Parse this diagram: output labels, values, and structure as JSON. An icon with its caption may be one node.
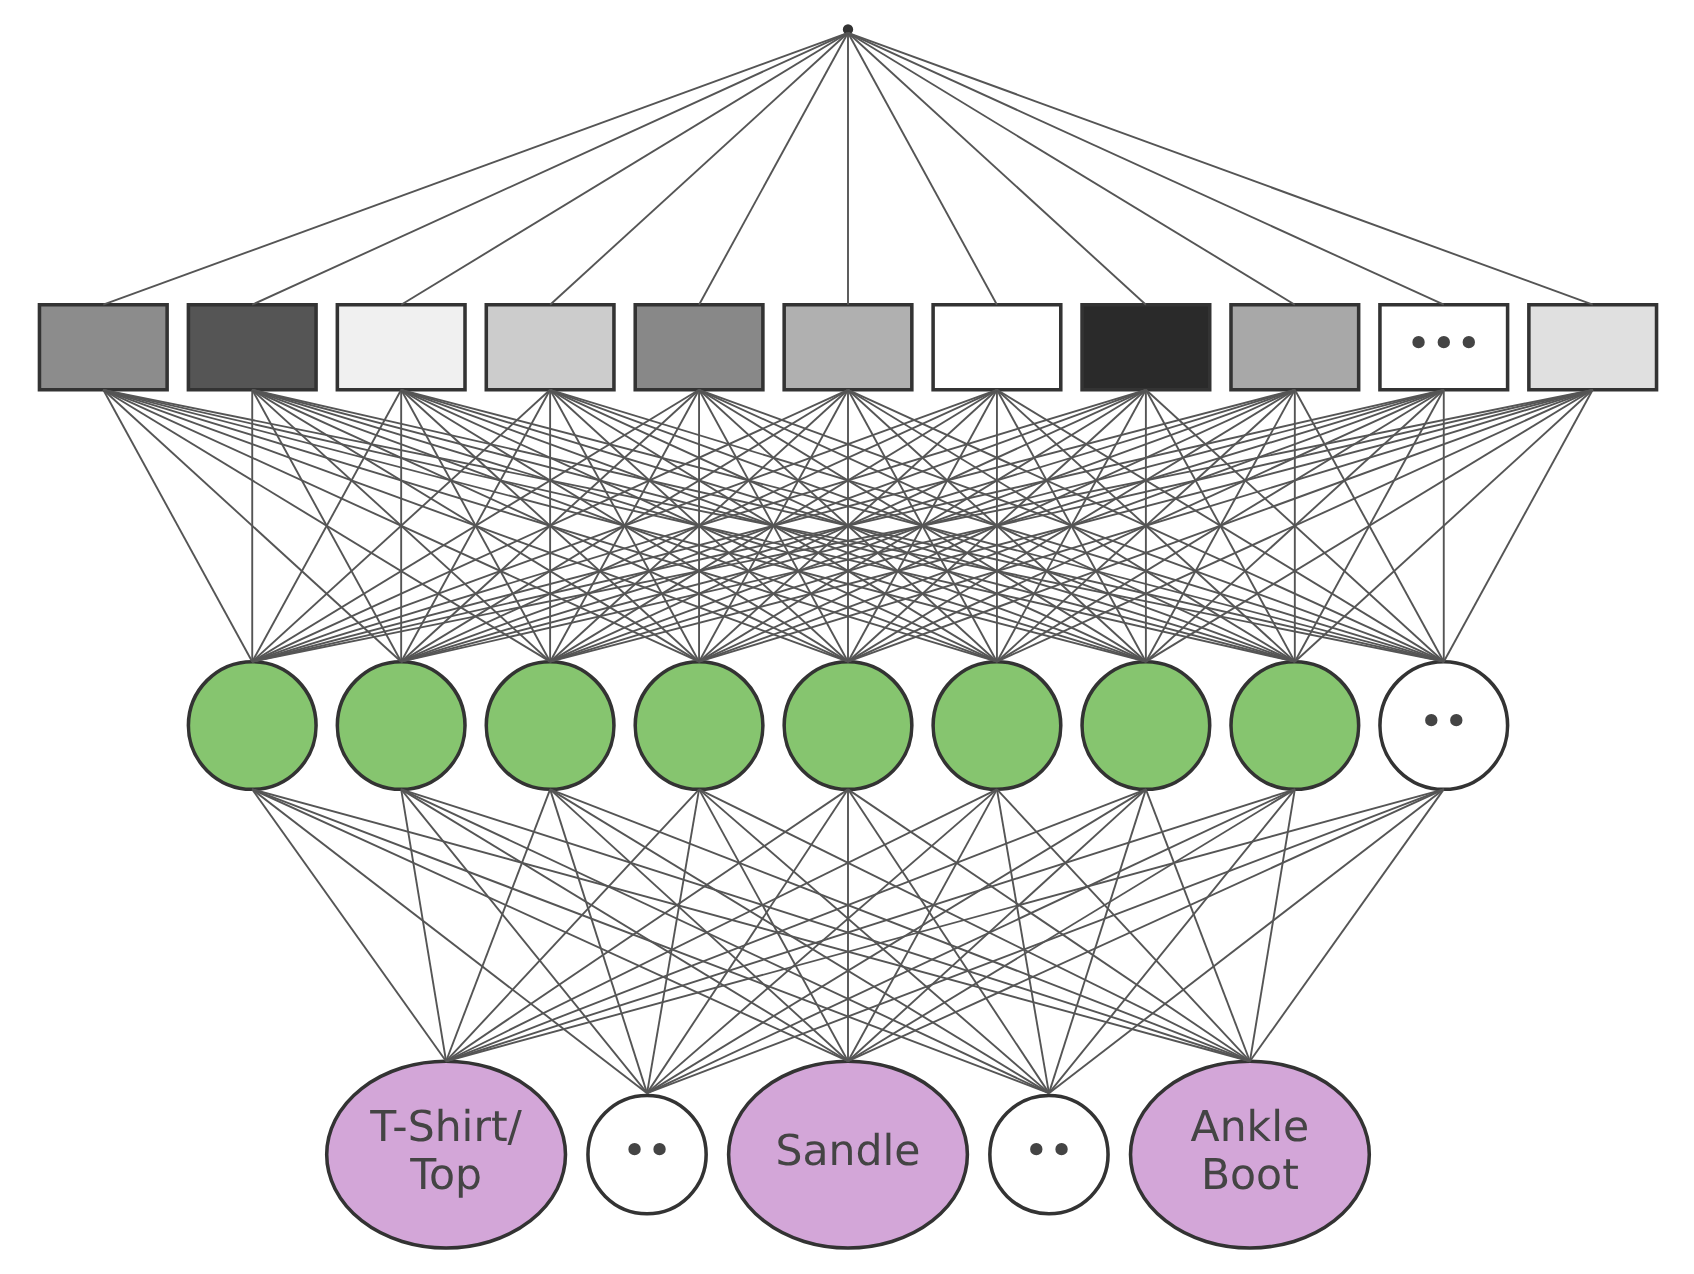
{
  "diagram": {
    "nodes": [
      {
        "text": [],
        "shape": "point"
      },
      {
        "text": [],
        "shape": "box"
      },
      {
        "text": [],
        "shape": "box"
      },
      {
        "text": [],
        "shape": "box"
      },
      {
        "text": [],
        "shape": "box"
      },
      {
        "text": [],
        "shape": "box"
      },
      {
        "text": [],
        "shape": "box"
      },
      {
        "text": [],
        "shape": "box"
      },
      {
        "text": [],
        "shape": "box"
      },
      {
        "text": [],
        "shape": "box"
      },
      {
        "text": [
          "•••"
        ]
      },
      {
        "text": [],
        "shape": "box"
      },
      {
        "text": [],
        "shape": "circle"
      },
      {
        "text": [],
        "shape": "circle"
      },
      {
        "text": [],
        "shape": "circle"
      },
      {
        "text": [],
        "shape": "circle"
      },
      {
        "text": [],
        "shape": "circle"
      },
      {
        "text": [],
        "shape": "circle"
      },
      {
        "text": [],
        "shape": "circle"
      },
      {
        "text": [],
        "shape": "circle"
      },
      {
        "text": [
          "••"
        ]
      },
      {
        "text": [
          "T-Shirt/ Top"
        ]
      },
      {
        "text": [
          "••"
        ]
      },
      {
        "text": [
          "Sandle"
        ]
      },
      {
        "text": [
          "••"
        ]
      },
      {
        "text": [
          "Ankle Boot"
        ]
      }
    ],
    "edges": [
      {
        "from": 0,
        "to": 1,
        "arrow": "none"
      },
      {
        "from": 0,
        "to": 2,
        "arrow": "none"
      },
      {
        "from": 0,
        "to": 3,
        "arrow": "none"
      },
      {
        "from": 0,
        "to": 4,
        "arrow": "none"
      },
      {
        "from": 0,
        "to": 5,
        "arrow": "none"
      },
      {
        "from": 0,
        "to": 6,
        "arrow": "none"
      },
      {
        "from": 0,
        "to": 7,
        "arrow": "none"
      },
      {
        "from": 0,
        "to": 8,
        "arrow": "none"
      },
      {
        "from": 0,
        "to": 9,
        "arrow": "none"
      },
      {
        "from": 0,
        "to": 10,
        "arrow": "none"
      },
      {
        "from": 0,
        "to": 11,
        "arrow": "none"
      },
      {
        "from": 1,
        "to": 12,
        "arrow": "none"
      },
      {
        "from": 1,
        "to": 13,
        "arrow": "none"
      },
      {
        "from": 1,
        "to": 14,
        "arrow": "none"
      },
      {
        "from": 1,
        "to": 15,
        "arrow": "none"
      },
      {
        "from": 1,
        "to": 16,
        "arrow": "none"
      },
      {
        "from": 1,
        "to": 17,
        "arrow": "none"
      },
      {
        "from": 1,
        "to": 18,
        "arrow": "none"
      },
      {
        "from": 1,
        "to": 19,
        "arrow": "none"
      },
      {
        "from": 1,
        "to": 20,
        "arrow": "none"
      },
      {
        "from": 2,
        "to": 12,
        "arrow": "none"
      },
      {
        "from": 2,
        "to": 13,
        "arrow": "none"
      },
      {
        "from": 2,
        "to": 14,
        "arrow": "none"
      },
      {
        "from": 2,
        "to": 15,
        "arrow": "none"
      },
      {
        "from": 2,
        "to": 16,
        "arrow": "none"
      },
      {
        "from": 2,
        "to": 17,
        "arrow": "none"
      },
      {
        "from": 2,
        "to": 18,
        "arrow": "none"
      },
      {
        "from": 2,
        "to": 19,
        "arrow": "none"
      },
      {
        "from": 2,
        "to": 20,
        "arrow": "none"
      },
      {
        "from": 3,
        "to": 12,
        "arrow": "none"
      },
      {
        "from": 3,
        "to": 13,
        "arrow": "none"
      },
      {
        "from": 3,
        "to": 14,
        "arrow": "none"
      },
      {
        "from": 3,
        "to": 15,
        "arrow": "none"
      },
      {
        "from": 3,
        "to": 16,
        "arrow": "none"
      },
      {
        "from": 3,
        "to": 17,
        "arrow": "none"
      },
      {
        "from": 3,
        "to": 18,
        "arrow": "none"
      },
      {
        "from": 3,
        "to": 19,
        "arrow": "none"
      },
      {
        "from": 3,
        "to": 20,
        "arrow": "none"
      },
      {
        "from": 4,
        "to": 12,
        "arrow": "none"
      },
      {
        "from": 4,
        "to": 13,
        "arrow": "none"
      },
      {
        "from": 4,
        "to": 14,
        "arrow": "none"
      },
      {
        "from": 4,
        "to": 15,
        "arrow": "none"
      },
      {
        "from": 4,
        "to": 16,
        "arrow": "none"
      },
      {
        "from": 4,
        "to": 17,
        "arrow": "none"
      },
      {
        "from": 4,
        "to": 18,
        "arrow": "none"
      },
      {
        "from": 4,
        "to": 19,
        "arrow": "none"
      },
      {
        "from": 4,
        "to": 20,
        "arrow": "none"
      },
      {
        "from": 5,
        "to": 12,
        "arrow": "none"
      },
      {
        "from": 5,
        "to": 13,
        "arrow": "none"
      },
      {
        "from": 5,
        "to": 14,
        "arrow": "none"
      },
      {
        "from": 5,
        "to": 15,
        "arrow": "none"
      },
      {
        "from": 5,
        "to": 16,
        "arrow": "none"
      },
      {
        "from": 5,
        "to": 17,
        "arrow": "none"
      },
      {
        "from": 5,
        "to": 18,
        "arrow": "none"
      },
      {
        "from": 5,
        "to": 19,
        "arrow": "none"
      },
      {
        "from": 5,
        "to": 20,
        "arrow": "none"
      },
      {
        "from": 6,
        "to": 12,
        "arrow": "none"
      },
      {
        "from": 6,
        "to": 13,
        "arrow": "none"
      },
      {
        "from": 6,
        "to": 14,
        "arrow": "none"
      },
      {
        "from": 6,
        "to": 15,
        "arrow": "none"
      },
      {
        "from": 6,
        "to": 16,
        "arrow": "none"
      },
      {
        "from": 6,
        "to": 17,
        "arrow": "none"
      },
      {
        "from": 6,
        "to": 18,
        "arrow": "none"
      },
      {
        "from": 6,
        "to": 19,
        "arrow": "none"
      },
      {
        "from": 6,
        "to": 20,
        "arrow": "none"
      },
      {
        "from": 7,
        "to": 12,
        "arrow": "none"
      },
      {
        "from": 7,
        "to": 13,
        "arrow": "none"
      },
      {
        "from": 7,
        "to": 14,
        "arrow": "none"
      },
      {
        "from": 7,
        "to": 15,
        "arrow": "none"
      },
      {
        "from": 7,
        "to": 16,
        "arrow": "none"
      },
      {
        "from": 7,
        "to": 17,
        "arrow": "none"
      },
      {
        "from": 7,
        "to": 18,
        "arrow": "none"
      },
      {
        "from": 7,
        "to": 19,
        "arrow": "none"
      },
      {
        "from": 7,
        "to": 20,
        "arrow": "none"
      },
      {
        "from": 8,
        "to": 12,
        "arrow": "none"
      },
      {
        "from": 8,
        "to": 13,
        "arrow": "none"
      },
      {
        "from": 8,
        "to": 14,
        "arrow": "none"
      },
      {
        "from": 8,
        "to": 15,
        "arrow": "none"
      },
      {
        "from": 8,
        "to": 16,
        "arrow": "none"
      },
      {
        "from": 8,
        "to": 17,
        "arrow": "none"
      },
      {
        "from": 8,
        "to": 18,
        "arrow": "none"
      },
      {
        "from": 8,
        "to": 19,
        "arrow": "none"
      },
      {
        "from": 8,
        "to": 20,
        "arrow": "none"
      },
      {
        "from": 9,
        "to": 12,
        "arrow": "none"
      },
      {
        "from": 9,
        "to": 13,
        "arrow": "none"
      },
      {
        "from": 9,
        "to": 14,
        "arrow": "none"
      },
      {
        "from": 9,
        "to": 15,
        "arrow": "none"
      },
      {
        "from": 9,
        "to": 16,
        "arrow": "none"
      },
      {
        "from": 9,
        "to": 17,
        "arrow": "none"
      },
      {
        "from": 9,
        "to": 18,
        "arrow": "none"
      },
      {
        "from": 9,
        "to": 19,
        "arrow": "none"
      },
      {
        "from": 9,
        "to": 20,
        "arrow": "none"
      },
      {
        "from": 10,
        "to": 12,
        "arrow": "none"
      },
      {
        "from": 10,
        "to": 13,
        "arrow": "none"
      },
      {
        "from": 10,
        "to": 14,
        "arrow": "none"
      },
      {
        "from": 10,
        "to": 15,
        "arrow": "none"
      },
      {
        "from": 10,
        "to": 16,
        "arrow": "none"
      },
      {
        "from": 10,
        "to": 17,
        "arrow": "none"
      },
      {
        "from": 10,
        "to": 18,
        "arrow": "none"
      },
      {
        "from": 10,
        "to": 19,
        "arrow": "none"
      },
      {
        "from": 10,
        "to": 20,
        "arrow": "none"
      },
      {
        "from": 11,
        "to": 12,
        "arrow": "none"
      },
      {
        "from": 11,
        "to": 13,
        "arrow": "none"
      },
      {
        "from": 11,
        "to": 14,
        "arrow": "none"
      },
      {
        "from": 11,
        "to": 15,
        "arrow": "none"
      },
      {
        "from": 11,
        "to": 16,
        "arrow": "none"
      },
      {
        "from": 11,
        "to": 17,
        "arrow": "none"
      },
      {
        "from": 11,
        "to": 18,
        "arrow": "none"
      },
      {
        "from": 11,
        "to": 19,
        "arrow": "none"
      },
      {
        "from": 11,
        "to": 20,
        "arrow": "none"
      },
      {
        "from": 12,
        "to": 21,
        "arrow": "none"
      },
      {
        "from": 12,
        "to": 22,
        "arrow": "none"
      },
      {
        "from": 12,
        "to": 23,
        "arrow": "none"
      },
      {
        "from": 12,
        "to": 24,
        "arrow": "none"
      },
      {
        "from": 12,
        "to": 25,
        "arrow": "none"
      },
      {
        "from": 13,
        "to": 21,
        "arrow": "none"
      },
      {
        "from": 13,
        "to": 22,
        "arrow": "none"
      },
      {
        "from": 13,
        "to": 23,
        "arrow": "none"
      },
      {
        "from": 13,
        "to": 24,
        "arrow": "none"
      },
      {
        "from": 13,
        "to": 25,
        "arrow": "none"
      },
      {
        "from": 14,
        "to": 21,
        "arrow": "none"
      },
      {
        "from": 14,
        "to": 22,
        "arrow": "none"
      },
      {
        "from": 14,
        "to": 23,
        "arrow": "none"
      },
      {
        "from": 14,
        "to": 24,
        "arrow": "none"
      },
      {
        "from": 14,
        "to": 25,
        "arrow": "none"
      },
      {
        "from": 15,
        "to": 21,
        "arrow": "none"
      },
      {
        "from": 15,
        "to": 22,
        "arrow": "none"
      },
      {
        "from": 15,
        "to": 23,
        "arrow": "none"
      },
      {
        "from": 15,
        "to": 24,
        "arrow": "none"
      },
      {
        "from": 15,
        "to": 25,
        "arrow": "none"
      },
      {
        "from": 16,
        "to": 21,
        "arrow": "none"
      },
      {
        "from": 16,
        "to": 22,
        "arrow": "none"
      },
      {
        "from": 16,
        "to": 23,
        "arrow": "none"
      },
      {
        "from": 16,
        "to": 24,
        "arrow": "none"
      },
      {
        "from": 16,
        "to": 25,
        "arrow": "none"
      },
      {
        "from": 17,
        "to": 21,
        "arrow": "none"
      },
      {
        "from": 17,
        "to": 22,
        "arrow": "none"
      },
      {
        "from": 17,
        "to": 23,
        "arrow": "none"
      },
      {
        "from": 17,
        "to": 24,
        "arrow": "none"
      },
      {
        "from": 17,
        "to": 25,
        "arrow": "none"
      },
      {
        "from": 18,
        "to": 21,
        "arrow": "none"
      },
      {
        "from": 18,
        "to": 22,
        "arrow": "none"
      },
      {
        "from": 18,
        "to": 23,
        "arrow": "none"
      },
      {
        "from": 18,
        "to": 24,
        "arrow": "none"
      },
      {
        "from": 18,
        "to": 25,
        "arrow": "none"
      },
      {
        "from": 19,
        "to": 21,
        "arrow": "none"
      },
      {
        "from": 19,
        "to": 22,
        "arrow": "none"
      },
      {
        "from": 19,
        "to": 23,
        "arrow": "none"
      },
      {
        "from": 19,
        "to": 24,
        "arrow": "none"
      },
      {
        "from": 19,
        "to": 25,
        "arrow": "none"
      },
      {
        "from": 20,
        "to": 21,
        "arrow": "none"
      },
      {
        "from": 20,
        "to": 22,
        "arrow": "none"
      },
      {
        "from": 20,
        "to": 23,
        "arrow": "none"
      },
      {
        "from": 20,
        "to": 24,
        "arrow": "none"
      },
      {
        "from": 20,
        "to": 25,
        "arrow": "none"
      }
    ]
  }
}
